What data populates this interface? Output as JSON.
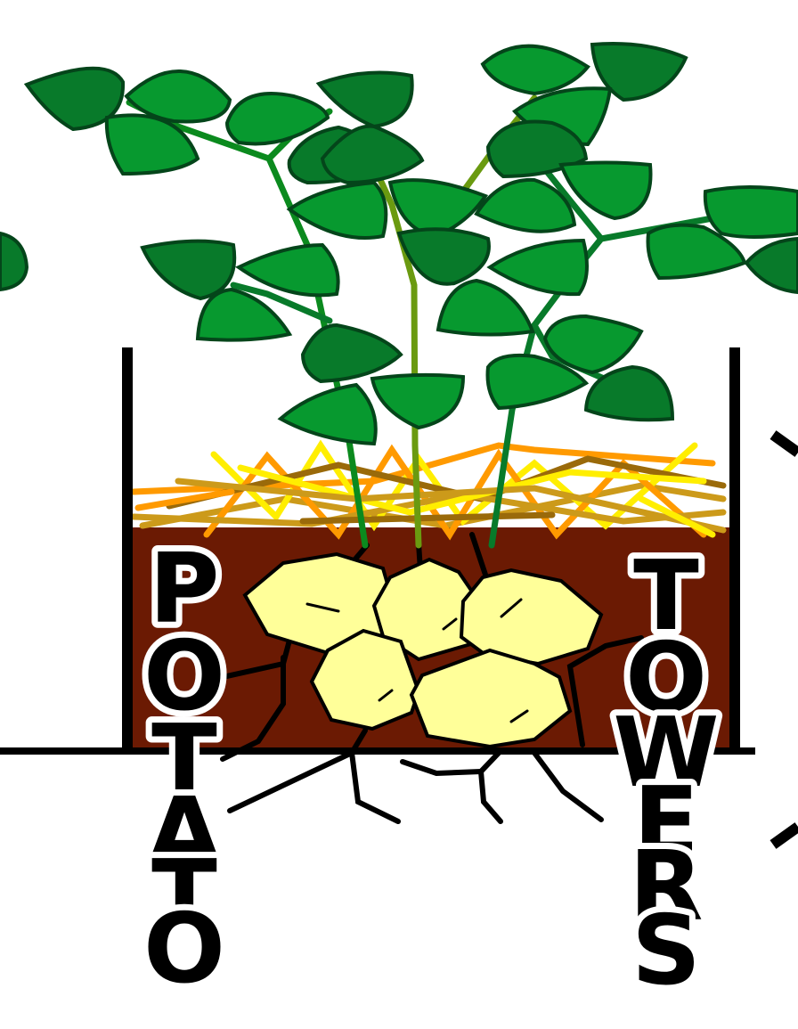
{
  "illustration": {
    "title_left": "POTATO",
    "title_right": "TOWERS"
  },
  "colors": {
    "background": "#ffffff",
    "soil": "#6b1a03",
    "potato": "#ffff99",
    "leaf_light": "#07992f",
    "leaf_dark": "#087a2a",
    "leaf_outline": "#04451a",
    "stem_green": "#0b8a1e",
    "stem_olive": "#6a9a10",
    "straw_yellow": "#ffee00",
    "straw_orange": "#ff9a00",
    "straw_tan": "#cc9a1a",
    "straw_brown": "#9a6a0a",
    "outline": "#000000"
  },
  "icons": [
    "potato-plant-illustration",
    "leaf-icon",
    "potato-tuber-icon",
    "straw-mulch",
    "root-lines"
  ]
}
